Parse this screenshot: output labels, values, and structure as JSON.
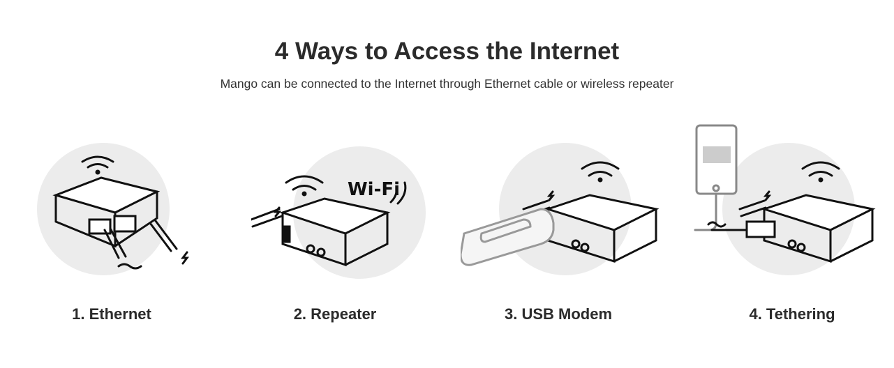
{
  "header": {
    "title": "4 Ways to Access the Internet",
    "subtitle": "Mango can be connected to the Internet through Ethernet cable or wireless repeater"
  },
  "methods": [
    {
      "label": "1. Ethernet",
      "icon": "router-ethernet-icon"
    },
    {
      "label": "2. Repeater",
      "icon": "router-repeater-icon",
      "badge": "Wi-Fi"
    },
    {
      "label": "3. USB Modem",
      "icon": "router-usb-modem-icon"
    },
    {
      "label": "4. Tethering",
      "icon": "router-tethering-icon"
    }
  ],
  "colors": {
    "circle": "#ececec",
    "stroke": "#111111",
    "text": "#2b2b2b"
  }
}
